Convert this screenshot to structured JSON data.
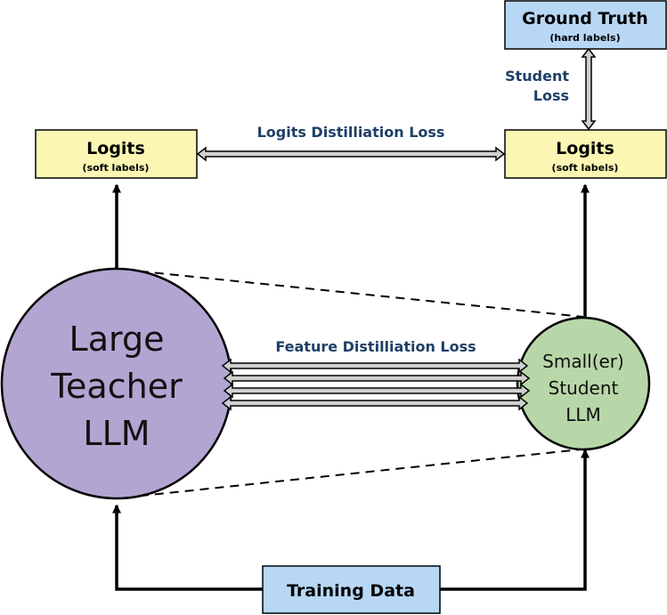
{
  "ground_truth": {
    "title": "Ground Truth",
    "subtitle": "(hard labels)"
  },
  "student_loss": {
    "line1": "Student",
    "line2": "Loss"
  },
  "logits_distillation_loss": "Logits Distilliation Loss",
  "teacher_logits": {
    "title": "Logits",
    "subtitle": "(soft labels)"
  },
  "student_logits": {
    "title": "Logits",
    "subtitle": "(soft labels)"
  },
  "teacher_model": {
    "line1": "Large",
    "line2": "Teacher",
    "line3": "LLM"
  },
  "student_model": {
    "line1": "Small(er)",
    "line2": "Student",
    "line3": "LLM"
  },
  "feature_distillation_loss": "Feature Distilliation Loss",
  "training_data": "Training Data",
  "colors": {
    "blue_box": "#b7d7f5",
    "yellow_box": "#fbf6b3",
    "teacher_circle": "#b3a5d2",
    "student_circle": "#b8d7a8",
    "loss_text": "#1f3f66",
    "double_arrow_fill": "#cfcfcf"
  }
}
